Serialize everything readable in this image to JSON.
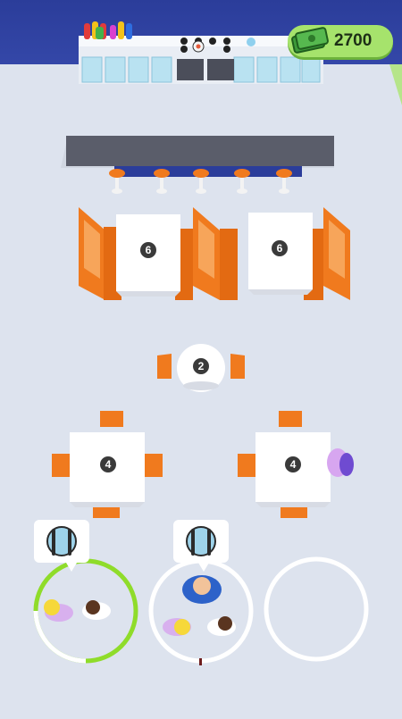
{
  "hud": {
    "cash_amount": "2700",
    "cash_icon": "money-stack-icon",
    "cash_color": "#a6e36c"
  },
  "tables": [
    {
      "label": "6"
    },
    {
      "label": "6"
    },
    {
      "label": "2"
    },
    {
      "label": "4"
    },
    {
      "label": "4"
    }
  ],
  "queue": {
    "bubble_icon": "plate-fork-knife-icon",
    "ring_colors": [
      "#8fdc2a",
      "#ffffff",
      "#ffffff"
    ]
  },
  "colors": {
    "floor": "#dde3ee",
    "wall": "#2b3d9a",
    "furniture": "#f07a1e",
    "counter": "#5a5d6a"
  }
}
